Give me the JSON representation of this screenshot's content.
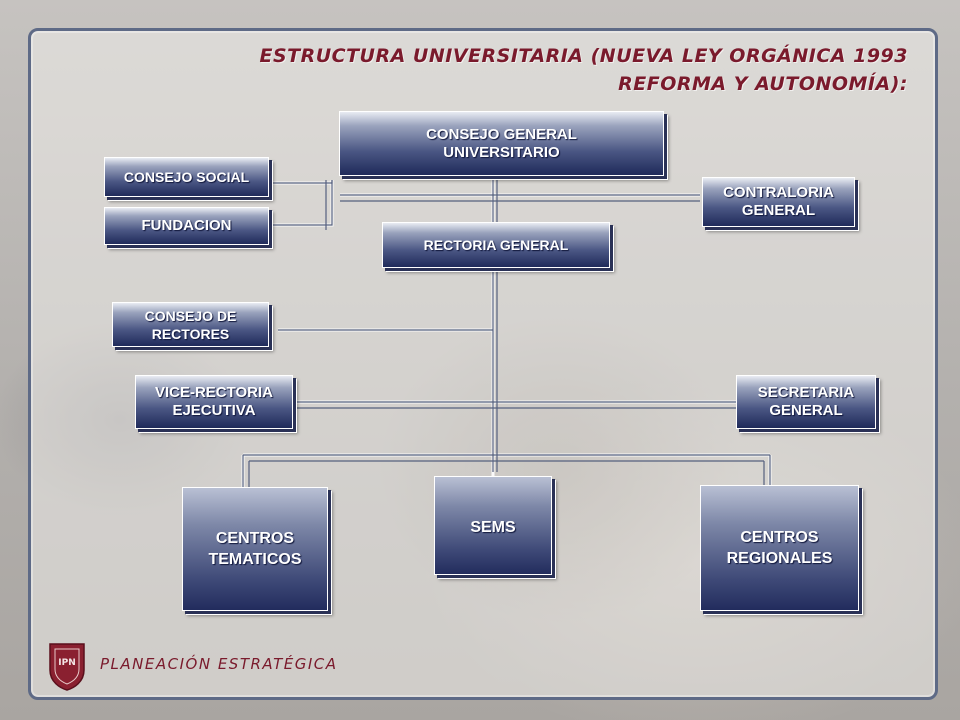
{
  "title": {
    "line1": "ESTRUCTURA UNIVERSITARIA (NUEVA LEY ORGÁNICA 1993",
    "line2": "REFORMA Y AUTONOMÍA):"
  },
  "boxes": {
    "consejo_general": "CONSEJO GENERAL\nUNIVERSITARIO",
    "consejo_social": "CONSEJO SOCIAL",
    "fundacion": "FUNDACION",
    "contraloria": "CONTRALORIA\nGENERAL",
    "rectoria": "RECTORIA GENERAL",
    "consejo_rectores": "CONSEJO DE\nRECTORES",
    "vice_rectoria": "VICE-RECTORIA\nEJECUTIVA",
    "secretaria": "SECRETARIA\nGENERAL",
    "centros_tematicos": "CENTROS\nTEMATICOS",
    "sems": "SEMS",
    "centros_regionales": "CENTROS\nREGIONALES"
  },
  "footer": "PLANEACIÓN  ESTRATÉGICA",
  "logo_text": "IPN",
  "colors": {
    "title": "#7a1a2c",
    "box_dark": "#1f2a5a",
    "frame": "#5e6a86"
  }
}
